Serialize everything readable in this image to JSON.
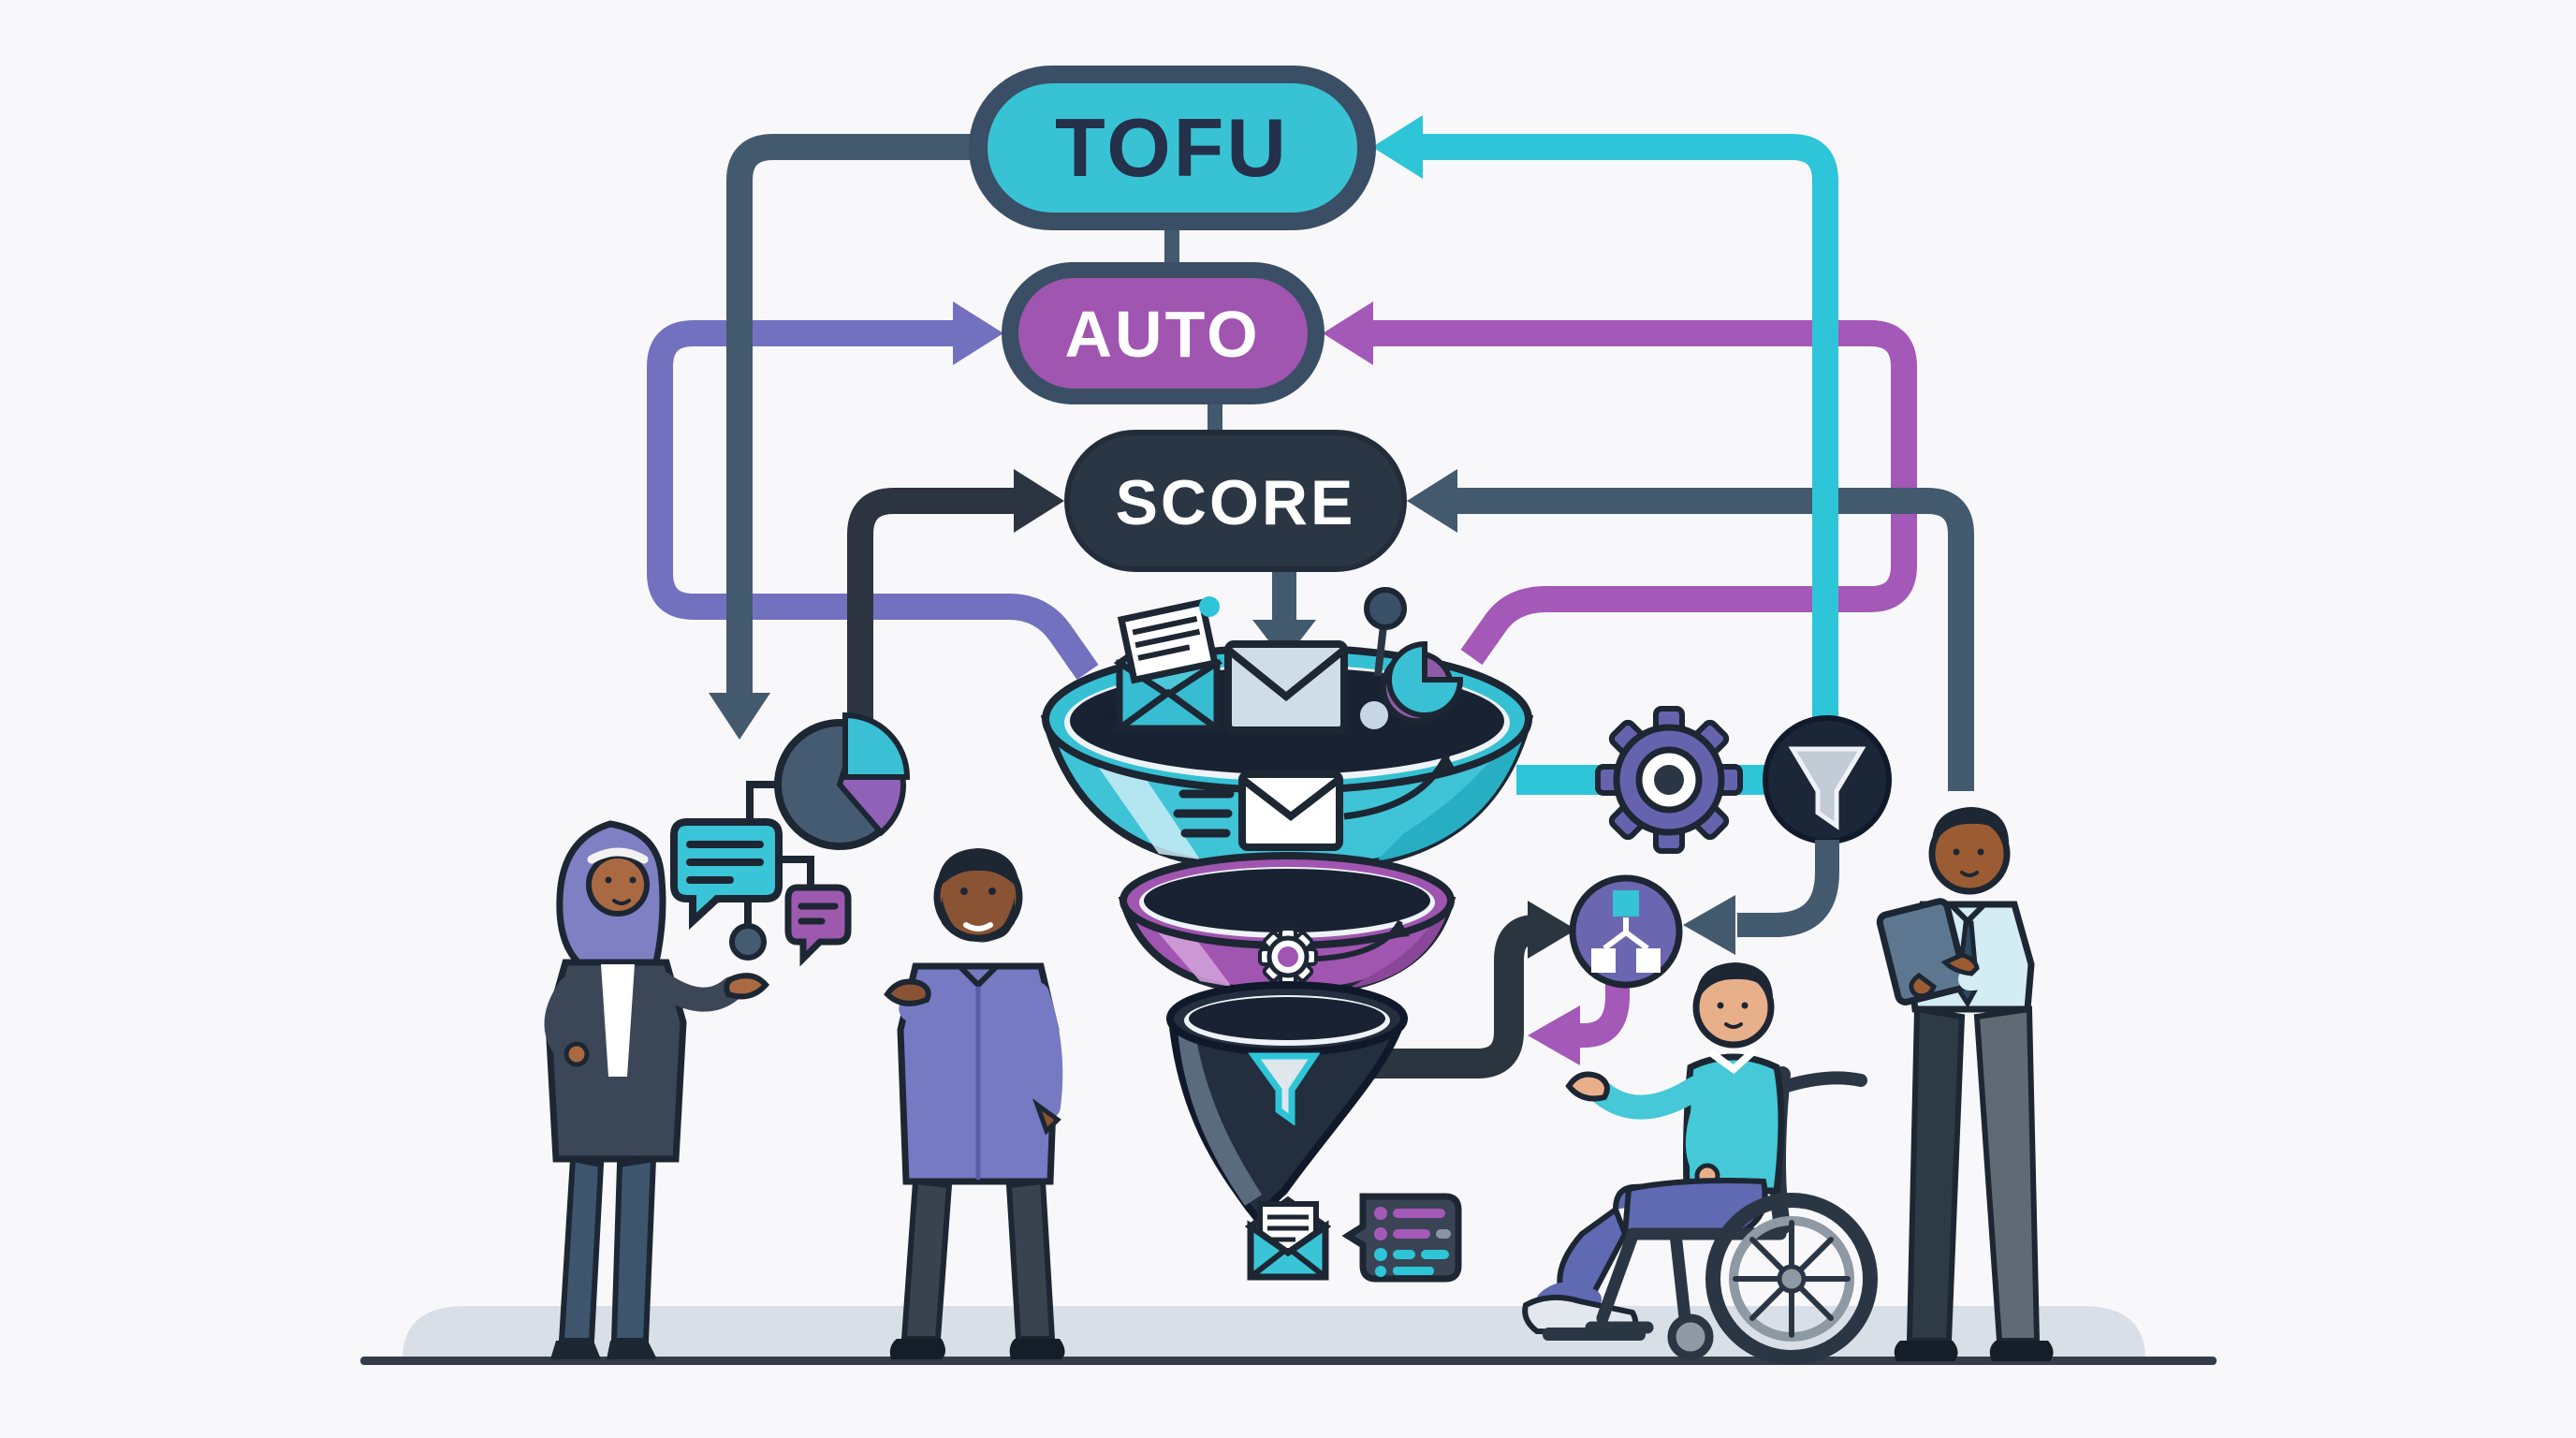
{
  "title": "Marketing funnel automation illustration",
  "stages": [
    {
      "id": "tofu",
      "label": "TOFU",
      "fill": "#38c3d5",
      "border": "#3a4e66",
      "text_color": "#25304a"
    },
    {
      "id": "auto",
      "label": "AUTO",
      "fill": "#a055b0",
      "border": "#3a4e66",
      "text_color": "#ffffff"
    },
    {
      "id": "score",
      "label": "SCORE",
      "fill": "#2b3645",
      "border": "#222c3a",
      "text_color": "#ffffff"
    }
  ],
  "funnel": {
    "tiers": [
      {
        "name": "top",
        "color": "#40c4d6",
        "icon": "envelope-icon"
      },
      {
        "name": "middle",
        "color": "#a055b0",
        "icon": "gear-icon"
      },
      {
        "name": "spout",
        "color": "#232e3e",
        "icon": "filter-icon"
      }
    ],
    "mouth_icons": [
      "open-envelope-icon",
      "closed-envelope-icon",
      "mini-pie-icon",
      "pin-icon",
      "dot"
    ]
  },
  "connections": [
    {
      "from": "left",
      "to": "tofu",
      "color": "#43596e",
      "style": "elbow-down-arrow"
    },
    {
      "from": "left",
      "to": "auto",
      "color": "#7271bf",
      "style": "arrow-into-left"
    },
    {
      "from": "left",
      "to": "score",
      "color": "#2b3440",
      "style": "arrow-into-left"
    },
    {
      "from": "right",
      "to": "tofu",
      "color": "#2ec5d8",
      "style": "arrow-into-right"
    },
    {
      "from": "right",
      "to": "auto",
      "color": "#a458b8",
      "style": "arrow-into-right"
    },
    {
      "from": "right",
      "to": "score",
      "color": "#43596e",
      "style": "arrow-into-right"
    },
    {
      "from": "score",
      "to": "funnel-mouth",
      "color": "#43596e",
      "style": "down-arrow"
    },
    {
      "from": "funnel-spout",
      "to": "flowchart-node",
      "color": "#2b3540",
      "style": "pipe-arrow"
    },
    {
      "from": "filter-node",
      "to": "flowchart-node",
      "color": "#43596e",
      "style": "curve-arrow"
    },
    {
      "from": "flowchart-node",
      "to": "funnel-spout",
      "color": "#a458b8",
      "style": "curve-arrow"
    }
  ],
  "side_icons": [
    "pie-chart-icon",
    "speech-bubble-teal-icon",
    "speech-bubble-purple-icon",
    "node-dot-icon",
    "gear-icon",
    "filter-circle-icon",
    "flowchart-circle-icon",
    "open-mail-icon",
    "checklist-bubble-icon"
  ],
  "people": [
    {
      "id": "woman-hijab",
      "description": "woman wearing hijab gesturing toward diagram"
    },
    {
      "id": "man-beard",
      "description": "bearded man in purple shirt gesturing"
    },
    {
      "id": "person-wheelchair",
      "description": "person in wheelchair gesturing"
    },
    {
      "id": "man-tablet",
      "description": "man in shirt and tie pointing at tablet"
    }
  ],
  "palette": {
    "background": "#f8f8fa",
    "teal": "#2ec5d8",
    "purple": "#a055b0",
    "indigo": "#7271bf",
    "slate": "#43596e",
    "dark": "#2b3440",
    "navy": "#1d2633",
    "floor": "#d9dfe6"
  }
}
